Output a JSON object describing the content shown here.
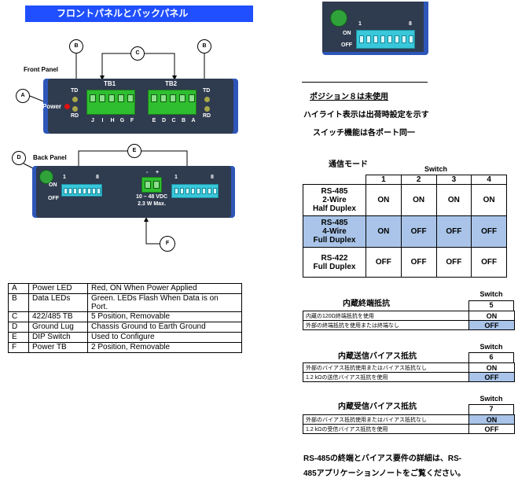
{
  "title": "フロントパネルとバックパネル",
  "front_panel": {
    "label": "Front Panel",
    "power_label": "Power",
    "td": "TD",
    "rd": "RD",
    "tb1": "TB1",
    "tb2": "TB2",
    "tb1_pins": [
      "J",
      "I",
      "H",
      "G",
      "F"
    ],
    "tb2_pins": [
      "E",
      "D",
      "C",
      "B",
      "A"
    ],
    "callouts": [
      "A",
      "B",
      "C",
      "B"
    ]
  },
  "back_panel": {
    "label": "Back Panel",
    "on": "ON",
    "off": "OFF",
    "dip_start": "1",
    "dip_end": "8",
    "power_minus": "-",
    "power_plus": "+",
    "power_text_1": "10 – 48 VDC",
    "power_text_2": "2.3 W Max.",
    "callouts": [
      "D",
      "E",
      "F"
    ]
  },
  "dip_zoom": {
    "on": "ON",
    "off": "OFF",
    "start": "1",
    "end": "8"
  },
  "legend": [
    {
      "key": "A",
      "name": "Power LED",
      "desc": "Red, ON When Power Applied"
    },
    {
      "key": "B",
      "name": "Data LEDs",
      "desc": "Green. LEDs Flash When Data is on",
      "desc2": "Port."
    },
    {
      "key": "C",
      "name": "422/485 TB",
      "desc": "5 Position, Removable"
    },
    {
      "key": "D",
      "name": "Ground Lug",
      "desc": "Chassis Ground to Earth Ground"
    },
    {
      "key": "E",
      "name": "DIP Switch",
      "desc": "Used to Configure"
    },
    {
      "key": "F",
      "name": "Power TB",
      "desc": "2 Position, Removable"
    }
  ],
  "notes": {
    "position8": "ポジション８は未使用",
    "highlight": "ハイライト表示は出荷時設定を示す",
    "same": "スイッチ機能は各ポート同一"
  },
  "comm_mode": {
    "title": "通信モード",
    "switch_label": "Switch",
    "columns": [
      "1",
      "2",
      "3",
      "4"
    ],
    "rows": [
      {
        "mode": [
          "RS-485",
          "2-Wire",
          "Half Duplex"
        ],
        "values": [
          "ON",
          "ON",
          "ON",
          "ON"
        ],
        "highlight": false
      },
      {
        "mode": [
          "RS-485",
          "4-Wire",
          "Full Duplex"
        ],
        "values": [
          "ON",
          "OFF",
          "OFF",
          "OFF"
        ],
        "highlight": true
      },
      {
        "mode": [
          "RS-422",
          "Full Duplex"
        ],
        "values": [
          "OFF",
          "OFF",
          "OFF",
          "OFF"
        ],
        "highlight": false
      }
    ]
  },
  "termination": {
    "title": "内蔵終端抵抗",
    "switch_label": "Switch",
    "number": "5",
    "rows": [
      {
        "text": "内蔵の120Ω終端抵抗を使用",
        "value": "ON",
        "highlight": false
      },
      {
        "text": "外部の終端抵抗を使用または終端なし",
        "value": "OFF",
        "highlight": true
      }
    ]
  },
  "tx_bias": {
    "title": "内蔵送信バイアス抵抗",
    "switch_label": "Switch",
    "number": "6",
    "rows": [
      {
        "text": "外部のバイアス抵抗使用またはバイアス抵抗なし",
        "value": "ON",
        "highlight": false
      },
      {
        "text": "1.2 kΩの送信バイアス抵抗を使用",
        "value": "OFF",
        "highlight": true
      }
    ]
  },
  "rx_bias": {
    "title": "内蔵受信バイアス抵抗",
    "switch_label": "Switch",
    "number": "7",
    "rows": [
      {
        "text": "外部のバイアス抵抗使用またはバイアス抵抗なし",
        "value": "ON",
        "highlight": true
      },
      {
        "text": "1.2 kΩの受信バイアス抵抗を使用",
        "value": "OFF",
        "highlight": false
      }
    ]
  },
  "footer": {
    "line1": "RS-485の終端とバイアス要件の詳細は、RS-",
    "line2": "485アプリケーションノートをご覧ください。"
  },
  "colors": {
    "title_bar": "#1f4fff",
    "highlight": "#a9c4e8",
    "device_body": "#2f3b4f",
    "device_edge": "#2d56b8",
    "terminal_green": "#2fbe2f",
    "dip_cyan": "#39c7da"
  }
}
